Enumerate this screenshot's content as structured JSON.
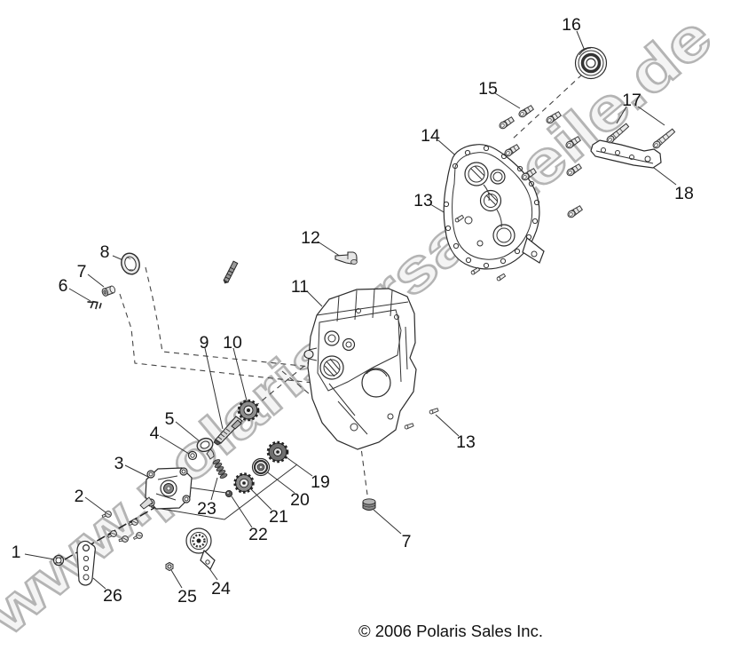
{
  "page": {
    "watermark": "www.polaris-ersatzteile.de",
    "copyright": "© 2006 Polaris Sales Inc."
  },
  "callouts": [
    "1",
    "2",
    "3",
    "4",
    "5",
    "6",
    "7",
    "8",
    "9",
    "10",
    "11",
    "12",
    "13",
    "14",
    "15",
    "16",
    "17",
    "18",
    "19",
    "20",
    "21",
    "22",
    "23",
    "24",
    "25",
    "26",
    "13",
    "7"
  ]
}
